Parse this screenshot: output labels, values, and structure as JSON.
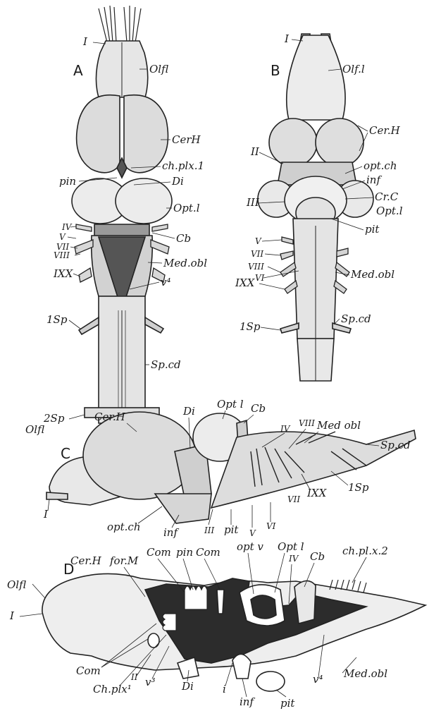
{
  "panels": {
    "A": {
      "letter": "A",
      "labels": {
        "I": "I",
        "Olfl": "Olfl",
        "CerH": "CerH",
        "chplx1": "ch.plx.1",
        "pin": "pin",
        "Di": "Di",
        "Optl": "Opt.l",
        "IV": "IV",
        "V": "V",
        "VII": "VII",
        "VIII": "VIII",
        "Cb": "Cb",
        "Medobl": "Med.obl",
        "IXX": "IXX",
        "v4": "v⁴",
        "1Sp": "1Sp",
        "Spcd": "Sp.cd",
        "2Sp": "2Sp"
      }
    },
    "B": {
      "letter": "B",
      "labels": {
        "I": "I",
        "Olfl": "Olf.l",
        "CerH": "Cer.H",
        "II": "II",
        "optch": "opt.ch",
        "inf": "inf",
        "III": "III",
        "CrC": "Cr.C",
        "Optl": "Opt.l",
        "pit": "pit",
        "V": "V",
        "VII": "VII",
        "VIII": "VIII",
        "VI": "VI",
        "IXX": "IXX",
        "Medobl": "Med.obl",
        "Spcd": "Sp.cd",
        "1Sp": "1Sp"
      }
    },
    "C": {
      "letter": "C",
      "labels": {
        "CerH": "Cer.H",
        "Di": "Di",
        "Optl": "Opt l",
        "Cb": "Cb",
        "IV": "IV",
        "VIII": "VIII",
        "Medobl": "Med obl",
        "Spcd": "Sp.cd",
        "Olfl": "Olfl",
        "I": "I",
        "IXX": "IXX",
        "1Sp": "1Sp",
        "VII": "VII",
        "optch": "opt.ch",
        "inf": "inf",
        "III": "III",
        "pit": "pit",
        "V": "V",
        "VI": "VI"
      }
    },
    "D": {
      "letter": "D",
      "labels": {
        "CerH": "Cer.H",
        "forM": "for.M",
        "Com1": "Com",
        "pin": "pin",
        "Com2": "Com",
        "optv": "opt v",
        "Optl": "Opt l",
        "IV": "IV",
        "Cb": "Cb",
        "chplx2": "ch.pl.x.2",
        "Olfl": "Olfl",
        "I": "I",
        "Com3": "Com",
        "Medobl": "Med.obl",
        "v4": "v⁴",
        "II": "II",
        "chplx1": "Ch.plx¹",
        "v3": "v³",
        "Di": "Di",
        "i": "i",
        "inf": "inf",
        "pit": "pit"
      }
    }
  }
}
